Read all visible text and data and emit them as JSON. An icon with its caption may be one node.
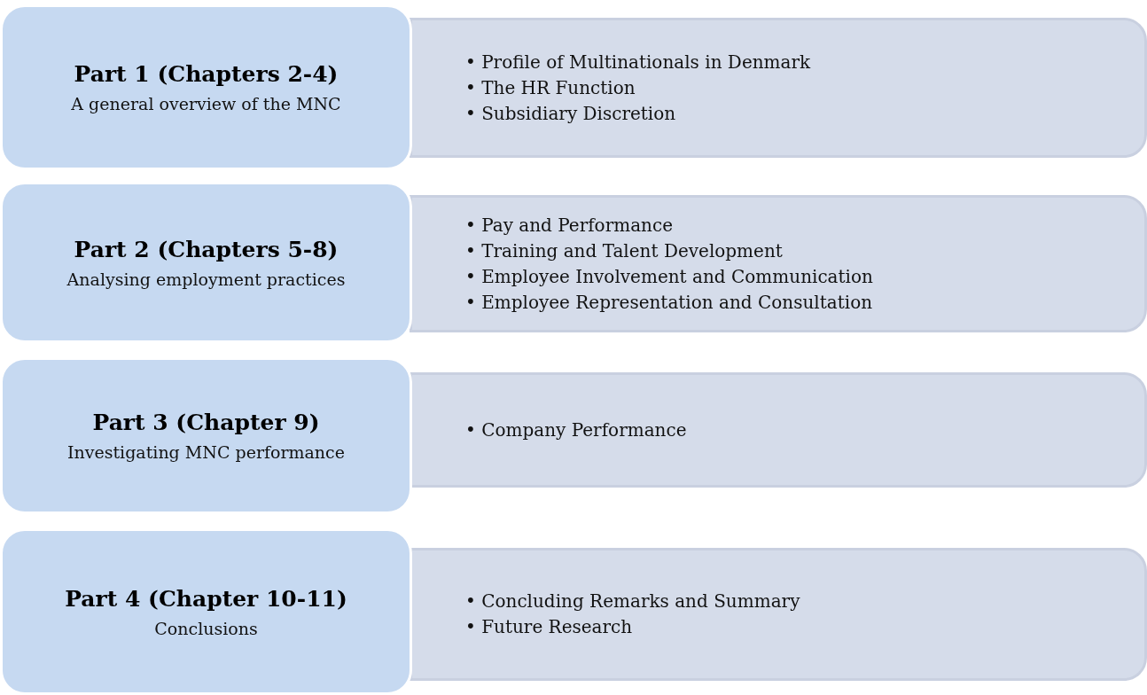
{
  "diagram": {
    "nodes": [
      {
        "text": [
          "Part 1 (Chapters 2-4)",
          "A general overview of the MNC"
        ]
      },
      {
        "text": [
          "• Profile of Multinationals in Denmark",
          "• The HR Function",
          "• Subsidiary Discretion"
        ]
      },
      {
        "text": [
          "Part 2 (Chapters 5-8)",
          "Analysing employment practices"
        ]
      },
      {
        "text": [
          "• Pay and Performance",
          "• Training and Talent Development",
          "• Employee Involvement and Communication",
          "• Employee Representation and Consultation"
        ]
      },
      {
        "text": [
          "Part 3 (Chapter 9)",
          "Investigating MNC performance"
        ]
      },
      {
        "text": [
          "• Company Performance"
        ]
      },
      {
        "text": [
          "Part 4 (Chapter 10-11)",
          "Conclusions"
        ]
      },
      {
        "text": [
          "• Concluding Remarks and Summary",
          "• Future Research"
        ]
      }
    ],
    "edges": []
  }
}
